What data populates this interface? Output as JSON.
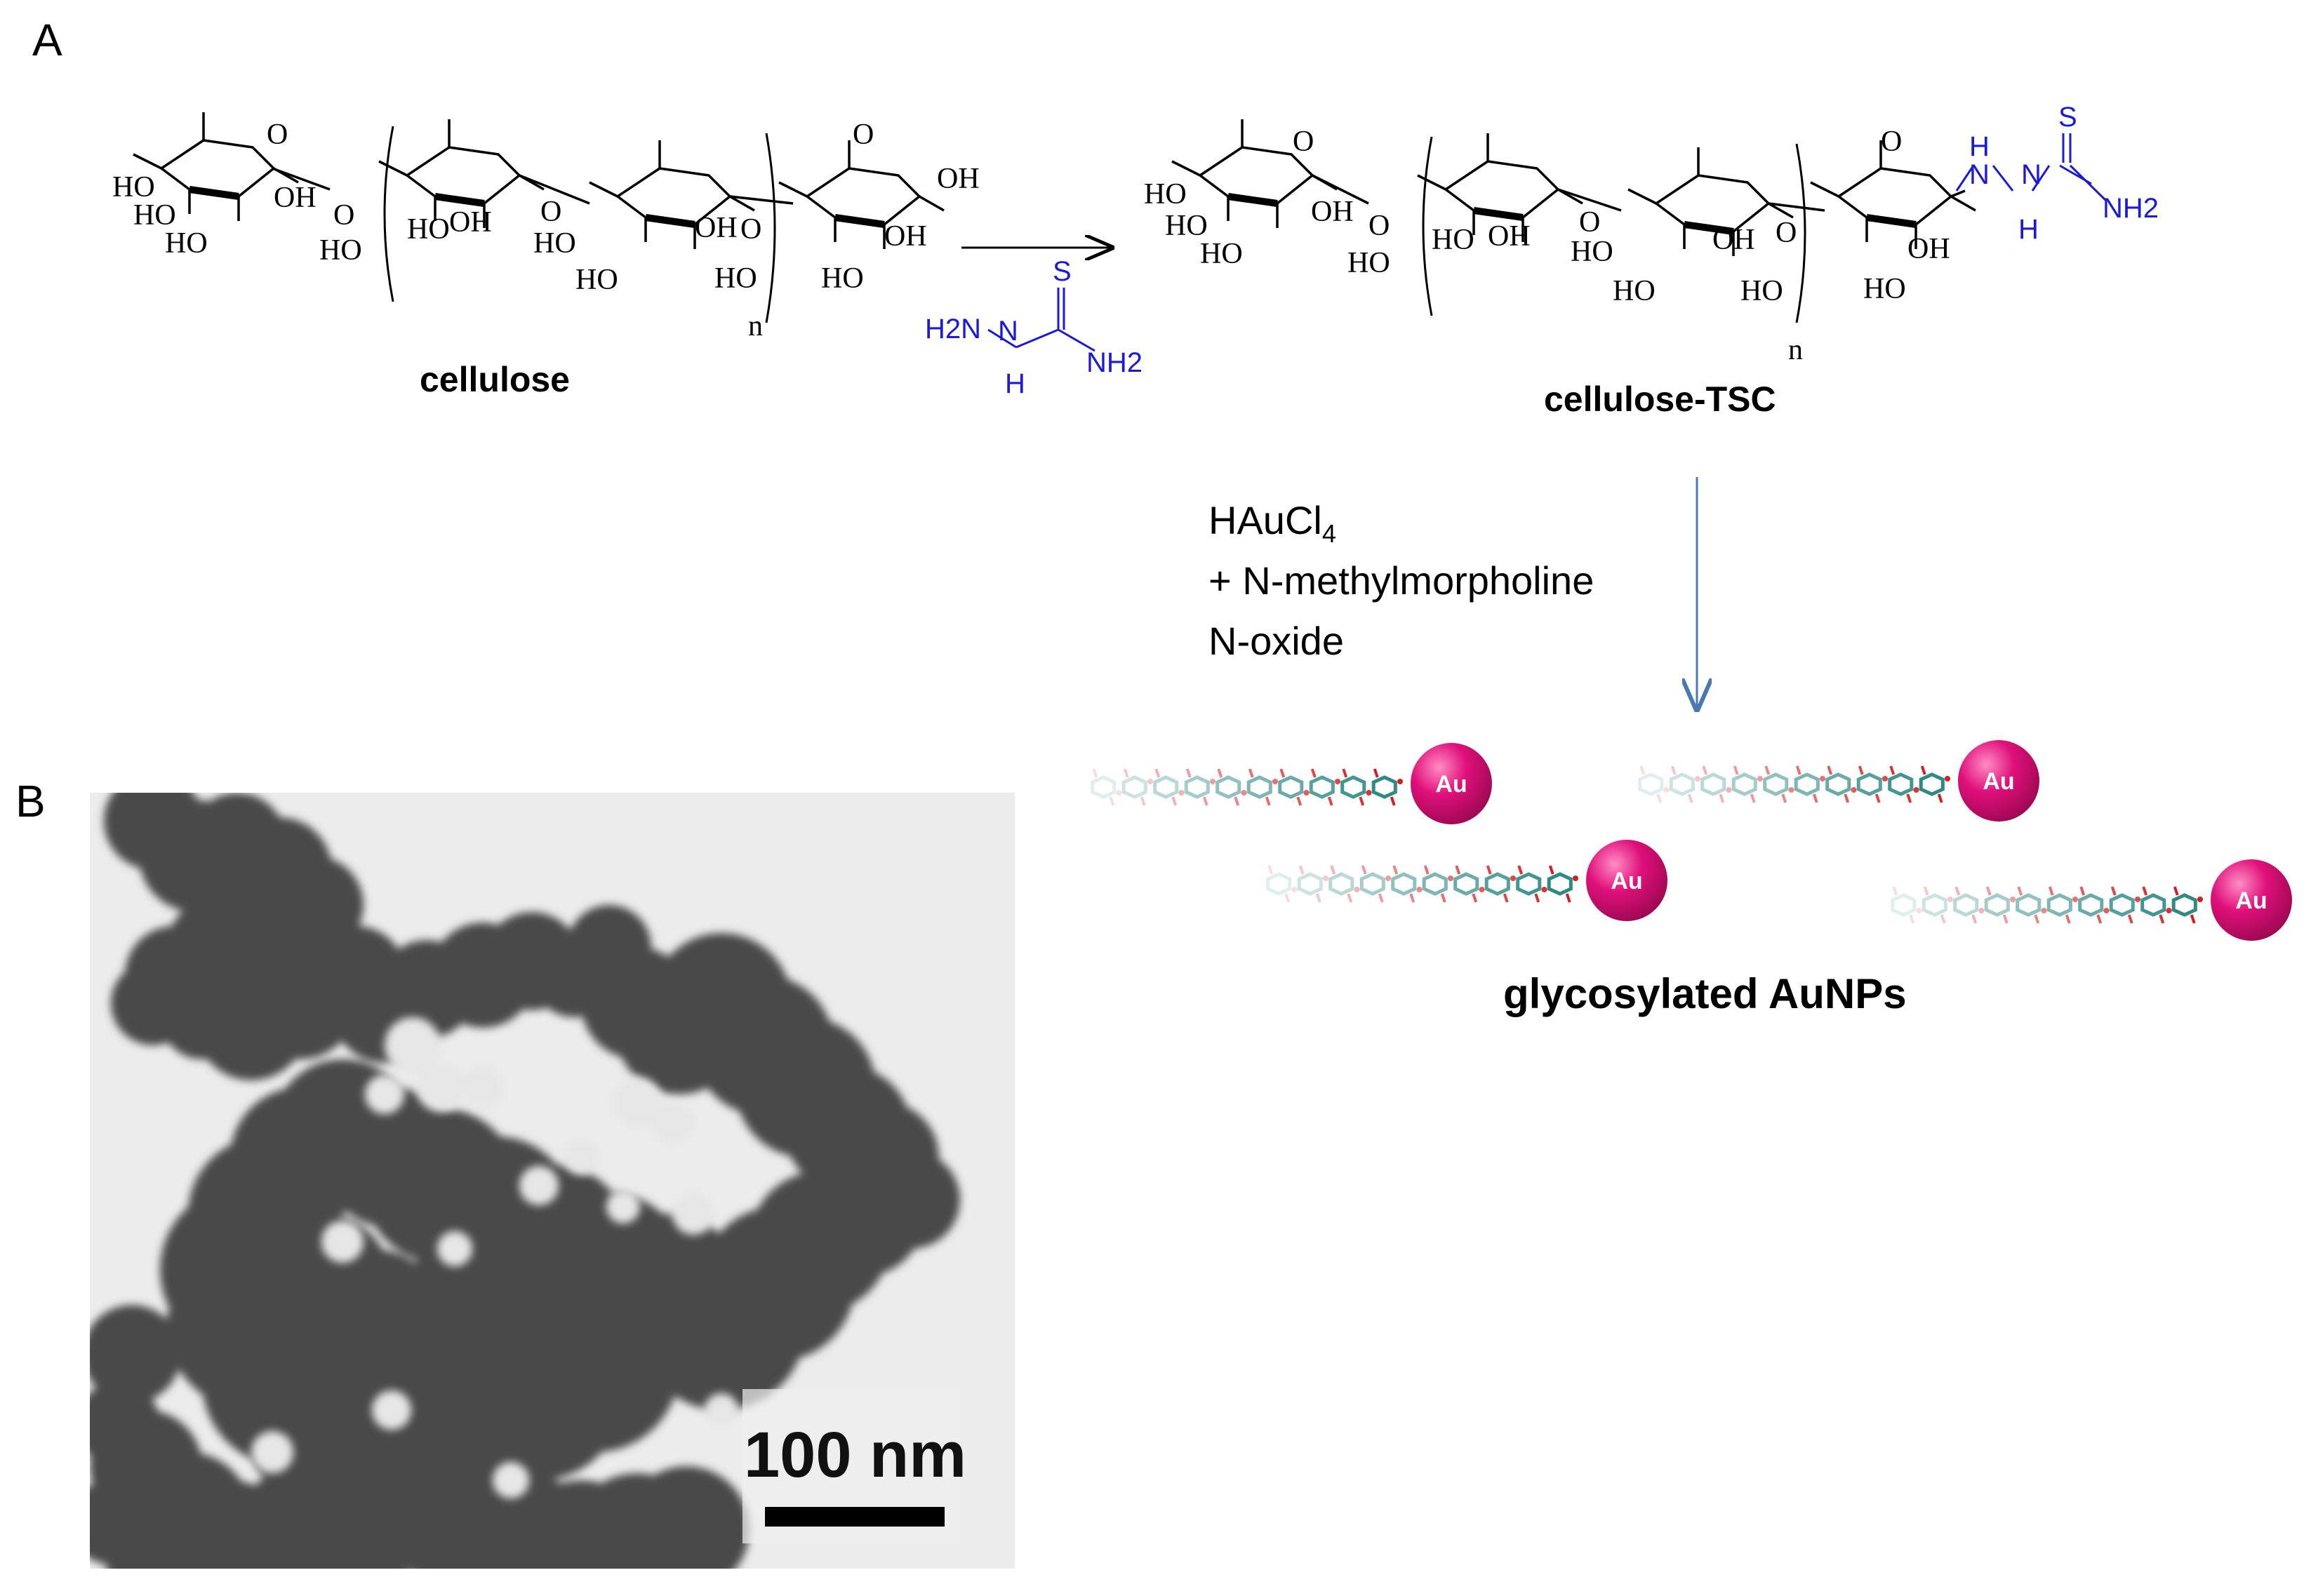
{
  "panels": {
    "a": "A",
    "b": "B"
  },
  "compounds": {
    "cellulose": "cellulose",
    "cellulose_tsc": "cellulose-TSC",
    "repeat_n": "n",
    "groups": {
      "ho": "HO",
      "oh": "OH",
      "o": "O"
    },
    "reagent": {
      "h2n": "H2N",
      "nh": "H",
      "n_h": "N",
      "nh2": "NH2",
      "s": "S"
    },
    "tsc_tail": {
      "h": "H",
      "n": "N",
      "s": "S",
      "nh2": "NH2"
    }
  },
  "conditions": {
    "line1_main": "HAuCl",
    "line1_sub": "4",
    "line2": "+ N-methylmorpholine",
    "line3": "N-oxide"
  },
  "product": {
    "label": "glycosylated AuNPs",
    "particle": "Au"
  },
  "micrograph": {
    "scale_label": "100 nm"
  },
  "colors": {
    "reagent": "#1a1ad8",
    "arrow_down": "#4a78b5",
    "gold_particle": "#e0107a",
    "chain_carbon": "#2f8a86",
    "chain_oxygen": "#d22020"
  }
}
